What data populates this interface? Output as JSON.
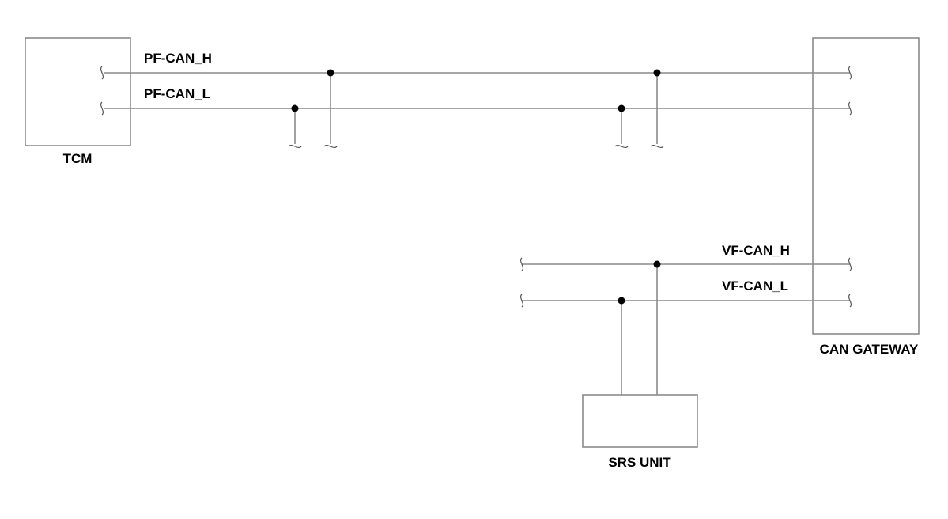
{
  "components": {
    "tcm": "TCM",
    "can_gateway": "CAN GATEWAY",
    "srs_unit": "SRS UNIT"
  },
  "signals": {
    "pf_can_h": "PF-CAN_H",
    "pf_can_l": "PF-CAN_L",
    "vf_can_h": "VF-CAN_H",
    "vf_can_l": "VF-CAN_L"
  }
}
